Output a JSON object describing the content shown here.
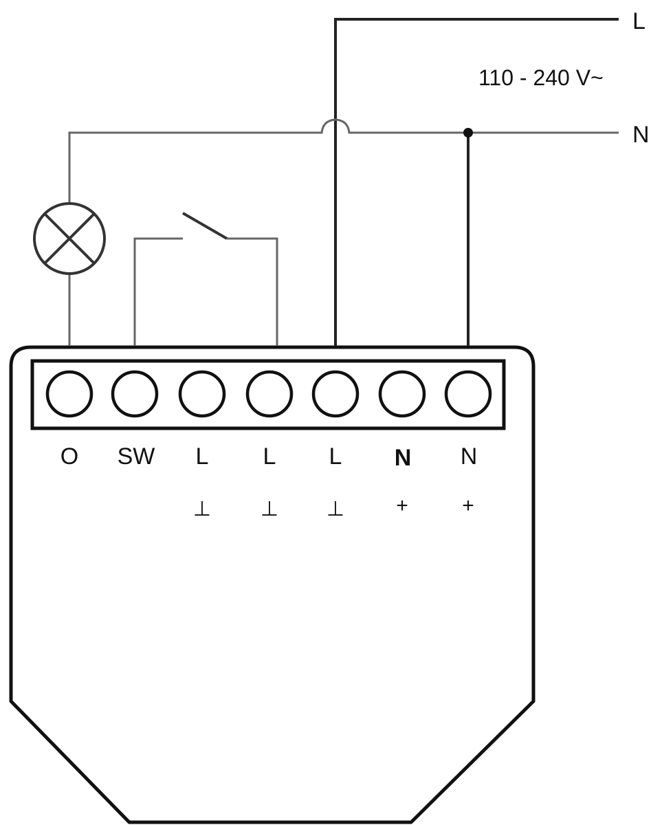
{
  "supply": {
    "line_label": "L",
    "neutral_label": "N",
    "voltage_label": "110 - 240 V~"
  },
  "terminals": [
    {
      "label": "O",
      "sub": ""
    },
    {
      "label": "SW",
      "sub": ""
    },
    {
      "label": "L",
      "sub": "⊥"
    },
    {
      "label": "L",
      "sub": "⊥"
    },
    {
      "label": "L",
      "sub": "⊥"
    },
    {
      "label": "N",
      "sub": "+"
    },
    {
      "label": "N",
      "sub": "+"
    }
  ],
  "colors": {
    "wire": "#666666",
    "outline": "#111111"
  }
}
